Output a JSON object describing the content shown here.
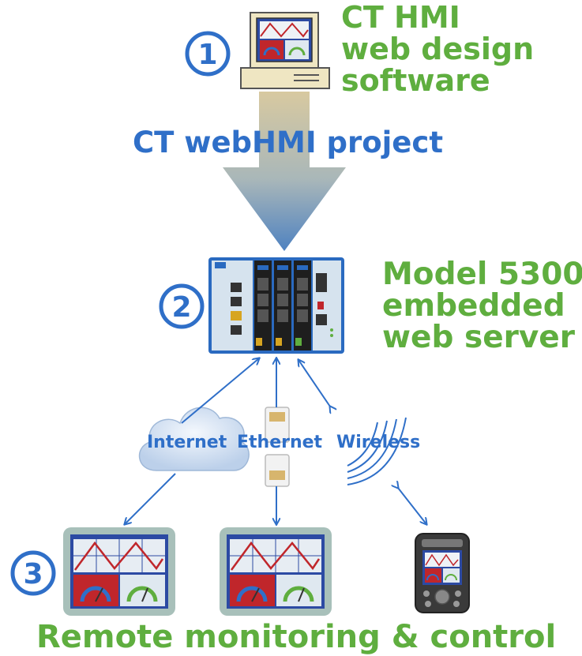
{
  "steps": {
    "step1": "1",
    "step2": "2",
    "step3": "3"
  },
  "labels": {
    "software_lines": [
      "CT HMI",
      "web design",
      "software"
    ],
    "project": "CT webHMI project",
    "server_lines": [
      "Model 5300",
      "embedded",
      "web server"
    ],
    "internet": "Internet",
    "ethernet": "Ethernet",
    "wireless": "Wireless",
    "remote": "Remote monitoring & control"
  },
  "icons": [
    "computer-icon",
    "download-arrow-icon",
    "web-server-module-icon",
    "cloud-icon",
    "ethernet-connector-icon",
    "wireless-waves-icon",
    "hmi-screen-icon",
    "handheld-device-icon"
  ],
  "colors": {
    "green_text": "#5fae3f",
    "blue_text": "#2f6fc8",
    "arrow_line": "#2f6fc8",
    "hmi_red": "#c0262b"
  }
}
